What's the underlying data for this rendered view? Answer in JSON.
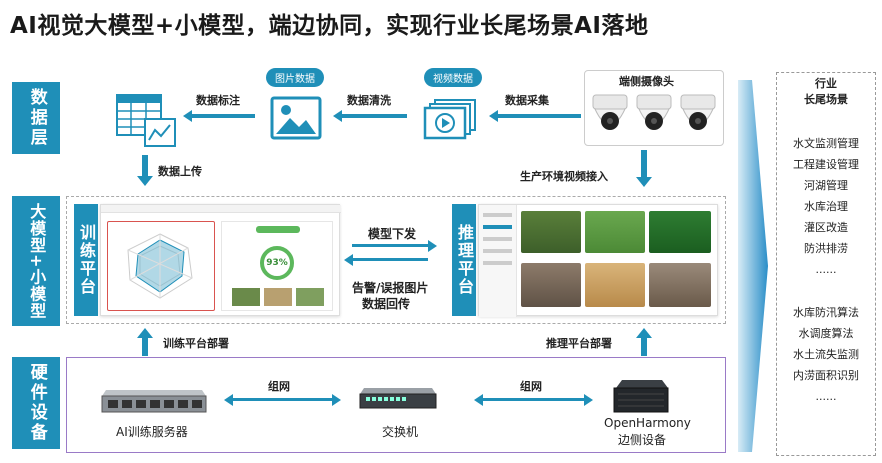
{
  "title": "AI视觉大模型+小模型，端边协同，实现行业长尾场景AI落地",
  "layers": {
    "data": "数据层",
    "model": "大模型+小模型",
    "hardware": "硬件设备"
  },
  "data_layer": {
    "annotate": "数据标注",
    "clean": "数据清洗",
    "collect": "数据采集",
    "image_data": "图片数据",
    "video_data": "视频数据",
    "camera": "端侧摄像头",
    "upload": "数据上传",
    "env_video": "生产环境视频接入"
  },
  "model_layer": {
    "training_platform": "训练平台",
    "inference_platform": "推理平台",
    "model_deploy": "模型下发",
    "alert_return_1": "告警/误报图片",
    "alert_return_2": "数据回传",
    "accuracy": "93%"
  },
  "hardware_layer": {
    "train_deploy": "训练平台部署",
    "infer_deploy": "推理平台部署",
    "network_1": "组网",
    "network_2": "组网",
    "server": "AI训练服务器",
    "switch": "交换机",
    "edge_1": "OpenHarmony",
    "edge_2": "边侧设备"
  },
  "scenarios": {
    "header_1": "行业",
    "header_2": "长尾场景",
    "group1": [
      "水文监测管理",
      "工程建设管理",
      "河湖管理",
      "水库治理",
      "灌区改造",
      "防洪排涝",
      "......"
    ],
    "group2": [
      "水库防汛算法",
      "水调度算法",
      "水土流失监测",
      "内涝面积识别",
      "......"
    ]
  },
  "colors": {
    "accent": "#1f8fb8",
    "border": "#9a7ac7"
  }
}
